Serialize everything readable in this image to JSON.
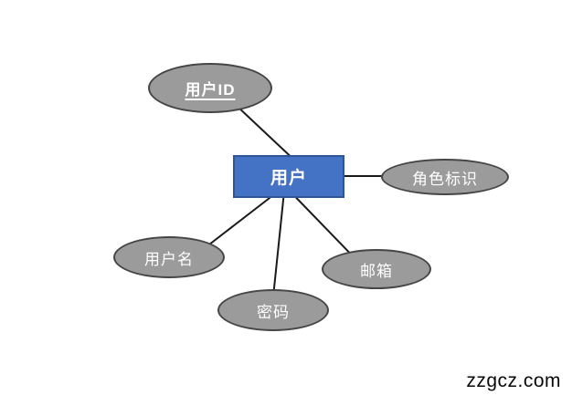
{
  "page": {
    "background_color": "#ffffff",
    "watermark": {
      "text": "zzgcz.com",
      "color": "#0a0a0a"
    }
  },
  "diagram": {
    "type": "entity-relationship",
    "entity": {
      "label": "用户",
      "shape": "rectangle",
      "fill_color": "#4472c4",
      "border_color": "#2f5597",
      "text_color": "#ffffff"
    },
    "attributes": [
      {
        "id": "user-id",
        "label": "用户ID",
        "shape": "ellipse",
        "is_primary_key": true,
        "underlined": true
      },
      {
        "id": "role-flag",
        "label": "角色标识",
        "shape": "ellipse",
        "is_primary_key": false,
        "underlined": false
      },
      {
        "id": "username",
        "label": "用户名",
        "shape": "ellipse",
        "is_primary_key": false,
        "underlined": false
      },
      {
        "id": "password",
        "label": "密码",
        "shape": "ellipse",
        "is_primary_key": false,
        "underlined": false
      },
      {
        "id": "email",
        "label": "邮箱",
        "shape": "ellipse",
        "is_primary_key": false,
        "underlined": false
      }
    ],
    "attribute_style": {
      "fill_color": "#9b9b9b",
      "border_color": "#464646",
      "text_color": "#ffffff"
    },
    "connectors": {
      "color": "#1a1a1a",
      "links": [
        {
          "from": "用户",
          "to": "用户ID"
        },
        {
          "from": "用户",
          "to": "角色标识"
        },
        {
          "from": "用户",
          "to": "用户名"
        },
        {
          "from": "用户",
          "to": "密码"
        },
        {
          "from": "用户",
          "to": "邮箱"
        }
      ]
    }
  }
}
